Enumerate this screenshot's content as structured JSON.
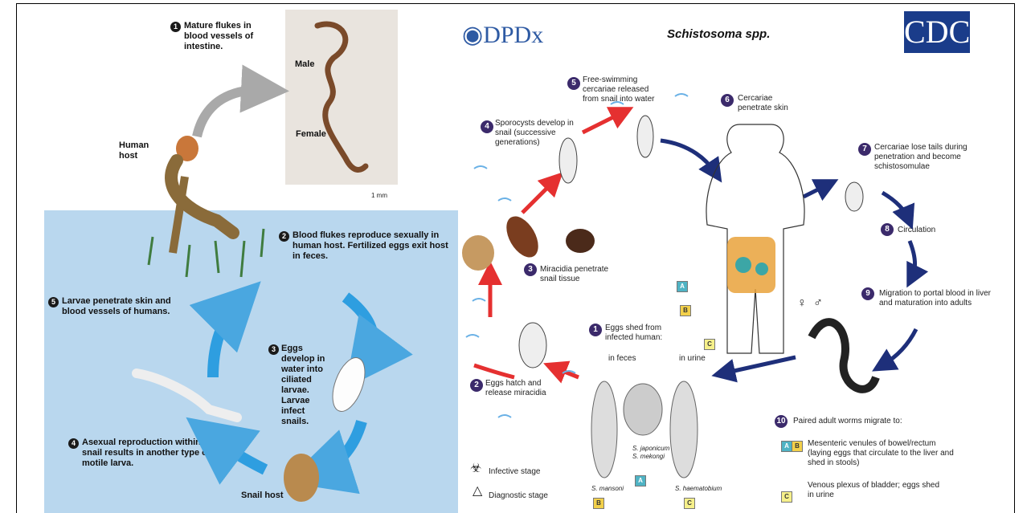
{
  "left": {
    "step1": {
      "num": "1",
      "text": "Mature flukes in blood vessels of intestine."
    },
    "male": "Male",
    "female": "Female",
    "scale": "1 mm",
    "human_host": "Human host",
    "step2": {
      "num": "2",
      "text": "Blood flukes reproduce sexually in human host. Fertilized eggs exit host in feces."
    },
    "step3": {
      "num": "3",
      "text": "Eggs develop in water into ciliated larvae. Larvae infect snails."
    },
    "step4": {
      "num": "4",
      "text": "Asexual reproduction within snail results in another type of motile larva."
    },
    "step5": {
      "num": "5",
      "text": "Larvae penetrate skin and blood vessels of humans."
    },
    "snail_host": "Snail host"
  },
  "right": {
    "logo": "DPDx",
    "title": "Schistosoma spp.",
    "cdc": "CDC",
    "steps": [
      {
        "num": "1",
        "text": "Eggs shed from infected human:"
      },
      {
        "num": "2",
        "text": "Eggs hatch and release miracidia"
      },
      {
        "num": "3",
        "text": "Miracidia penetrate snail tissue"
      },
      {
        "num": "4",
        "text": "Sporocysts develop in snail (successive generations)"
      },
      {
        "num": "5",
        "text": "Free-swimming cercariae released from snail into water"
      },
      {
        "num": "6",
        "text": "Cercariae penetrate skin"
      },
      {
        "num": "7",
        "text": "Cercariae lose tails during penetration and become schistosomulae"
      },
      {
        "num": "8",
        "text": "Circulation"
      },
      {
        "num": "9",
        "text": "Migration to portal blood in liver and maturation into adults"
      },
      {
        "num": "10",
        "text": "Paired adult worms migrate to:"
      }
    ],
    "in_feces": "in feces",
    "in_urine": "in urine",
    "species": [
      "S. mansoni",
      "S. japonicum S. mekongi",
      "S. haematobium"
    ],
    "tags": [
      "A",
      "B",
      "C"
    ],
    "legend_infective": "Infective stage",
    "legend_diagnostic": "Diagnostic stage",
    "note_ab": "Mesenteric venules of bowel/rectum (laying eggs that circulate to the liver and shed in stools)",
    "note_c": "Venous plexus of bladder; eggs shed in urine",
    "female_symbol": "♀",
    "male_symbol": "♂"
  }
}
